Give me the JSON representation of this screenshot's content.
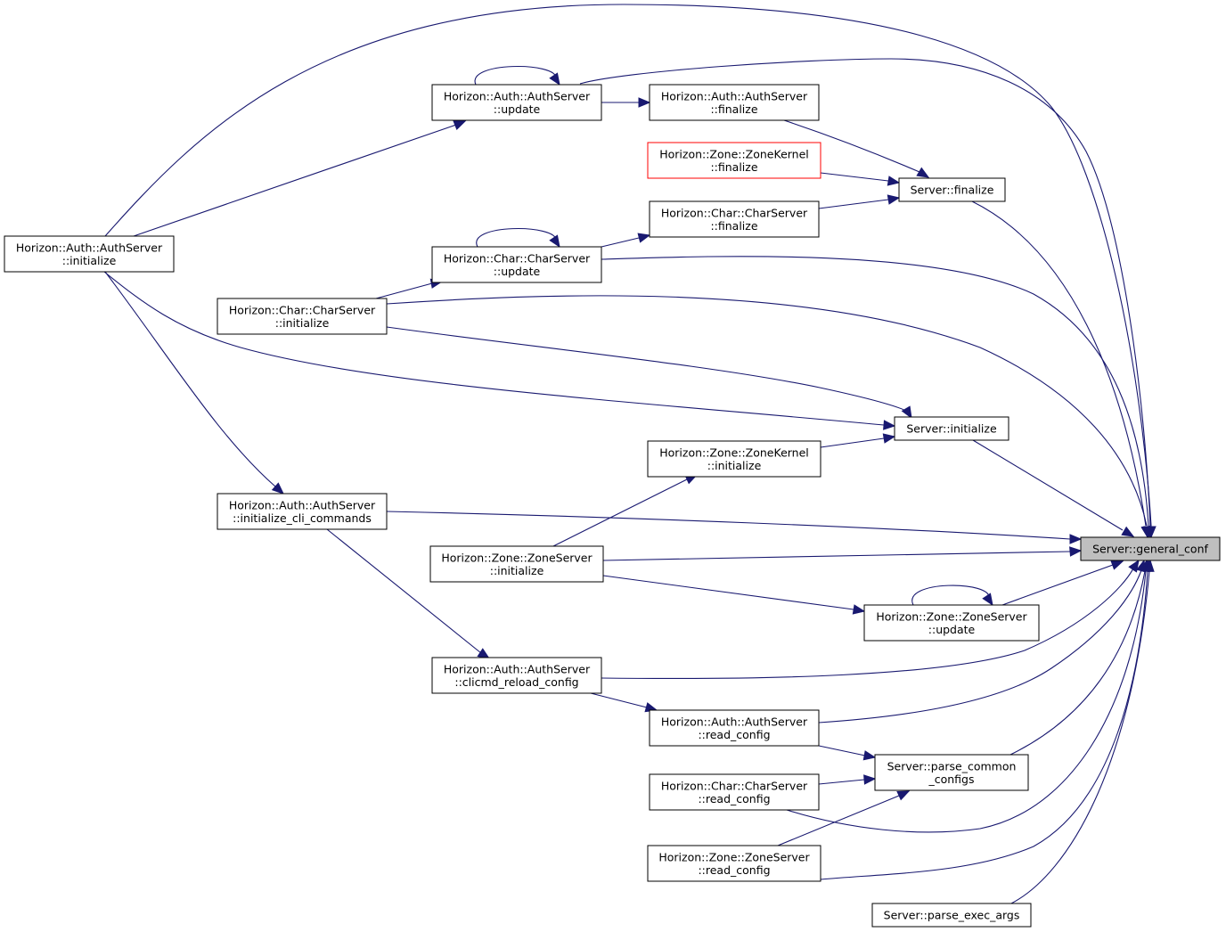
{
  "graph": {
    "colors": {
      "edge": "#191970",
      "highlight_fill": "#bfbfbf",
      "highlight_text": "#000000",
      "red_border": "#ff0000",
      "box_border": "#000000"
    },
    "nodes": [
      {
        "id": "auth_update",
        "lines": [
          "Horizon::Auth::AuthServer",
          "::update"
        ]
      },
      {
        "id": "auth_finalize",
        "lines": [
          "Horizon::Auth::AuthServer",
          "::finalize"
        ]
      },
      {
        "id": "zk_finalize",
        "lines": [
          "Horizon::Zone::ZoneKernel",
          "::finalize"
        ],
        "border": "red"
      },
      {
        "id": "server_finalize",
        "lines": [
          "Server::finalize"
        ]
      },
      {
        "id": "char_finalize",
        "lines": [
          "Horizon::Char::CharServer",
          "::finalize"
        ]
      },
      {
        "id": "auth_init",
        "lines": [
          "Horizon::Auth::AuthServer",
          "::initialize"
        ]
      },
      {
        "id": "char_update",
        "lines": [
          "Horizon::Char::CharServer",
          "::update"
        ]
      },
      {
        "id": "char_init",
        "lines": [
          "Horizon::Char::CharServer",
          "::initialize"
        ]
      },
      {
        "id": "server_init",
        "lines": [
          "Server::initialize"
        ]
      },
      {
        "id": "zk_init",
        "lines": [
          "Horizon::Zone::ZoneKernel",
          "::initialize"
        ]
      },
      {
        "id": "auth_cli",
        "lines": [
          "Horizon::Auth::AuthServer",
          "::initialize_cli_commands"
        ]
      },
      {
        "id": "zone_init",
        "lines": [
          "Horizon::Zone::ZoneServer",
          "::initialize"
        ]
      },
      {
        "id": "general_conf",
        "lines": [
          "Server::general_conf"
        ],
        "highlight": true
      },
      {
        "id": "zone_update",
        "lines": [
          "Horizon::Zone::ZoneServer",
          "::update"
        ]
      },
      {
        "id": "auth_reload",
        "lines": [
          "Horizon::Auth::AuthServer",
          "::clicmd_reload_config"
        ]
      },
      {
        "id": "auth_read",
        "lines": [
          "Horizon::Auth::AuthServer",
          "::read_config"
        ]
      },
      {
        "id": "parse_common",
        "lines": [
          "Server::parse_common",
          "_configs"
        ]
      },
      {
        "id": "char_read",
        "lines": [
          "Horizon::Char::CharServer",
          "::read_config"
        ]
      },
      {
        "id": "zone_read",
        "lines": [
          "Horizon::Zone::ZoneServer",
          "::read_config"
        ]
      },
      {
        "id": "parse_exec",
        "lines": [
          "Server::parse_exec_args"
        ]
      }
    ],
    "edges": [
      {
        "from": "auth_update",
        "to": "auth_update"
      },
      {
        "from": "auth_update",
        "to": "auth_finalize"
      },
      {
        "from": "auth_update",
        "to": "general_conf"
      },
      {
        "from": "auth_finalize",
        "to": "server_finalize"
      },
      {
        "from": "zk_finalize",
        "to": "server_finalize"
      },
      {
        "from": "char_finalize",
        "to": "server_finalize"
      },
      {
        "from": "server_finalize",
        "to": "general_conf"
      },
      {
        "from": "auth_init",
        "to": "auth_update"
      },
      {
        "from": "auth_init",
        "to": "general_conf"
      },
      {
        "from": "auth_init",
        "to": "server_init"
      },
      {
        "from": "auth_init",
        "to": "auth_cli"
      },
      {
        "from": "char_update",
        "to": "char_update"
      },
      {
        "from": "char_update",
        "to": "char_finalize"
      },
      {
        "from": "char_update",
        "to": "general_conf"
      },
      {
        "from": "char_init",
        "to": "char_update"
      },
      {
        "from": "char_init",
        "to": "general_conf"
      },
      {
        "from": "char_init",
        "to": "server_init"
      },
      {
        "from": "server_init",
        "to": "general_conf"
      },
      {
        "from": "zk_init",
        "to": "server_init"
      },
      {
        "from": "auth_cli",
        "to": "general_conf"
      },
      {
        "from": "auth_cli",
        "to": "auth_reload"
      },
      {
        "from": "zone_init",
        "to": "zk_init"
      },
      {
        "from": "zone_init",
        "to": "general_conf"
      },
      {
        "from": "zone_init",
        "to": "zone_update"
      },
      {
        "from": "zone_update",
        "to": "zone_update"
      },
      {
        "from": "zone_update",
        "to": "general_conf"
      },
      {
        "from": "auth_reload",
        "to": "general_conf"
      },
      {
        "from": "auth_reload",
        "to": "auth_read"
      },
      {
        "from": "auth_read",
        "to": "general_conf"
      },
      {
        "from": "auth_read",
        "to": "parse_common"
      },
      {
        "from": "parse_common",
        "to": "general_conf"
      },
      {
        "from": "char_read",
        "to": "parse_common"
      },
      {
        "from": "char_read",
        "to": "general_conf"
      },
      {
        "from": "zone_read",
        "to": "parse_common"
      },
      {
        "from": "zone_read",
        "to": "general_conf"
      },
      {
        "from": "parse_exec",
        "to": "general_conf"
      }
    ]
  }
}
